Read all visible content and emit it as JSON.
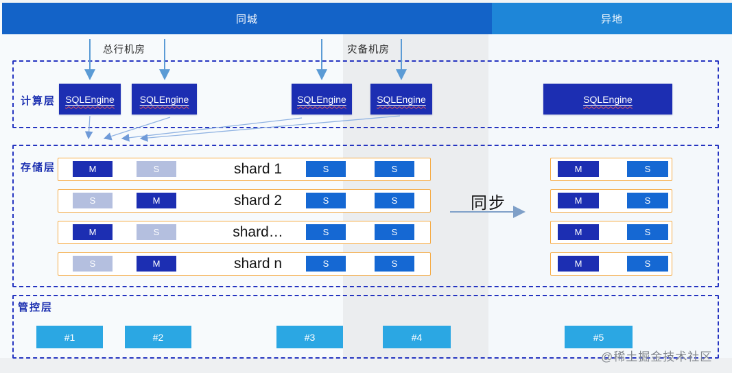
{
  "title_bar": {
    "local": "同城",
    "remote": "异地"
  },
  "datacenters": {
    "primary": "总行机房",
    "disaster_recovery": "灾备机房"
  },
  "compute_layer": {
    "label": "计算层",
    "engines": [
      {
        "name": "SQLEngine"
      },
      {
        "name": "SQLEngine"
      },
      {
        "name": "SQLEngine"
      },
      {
        "name": "SQLEngine"
      },
      {
        "name": "SQLEngine"
      }
    ]
  },
  "storage_layer": {
    "label": "存储层",
    "sync_label": "同步",
    "local_shards": [
      {
        "name": "shard 1",
        "nodes": [
          "M",
          "S",
          "S",
          "S"
        ]
      },
      {
        "name": "shard 2",
        "nodes": [
          "S",
          "M",
          "S",
          "S"
        ]
      },
      {
        "name": "shard…",
        "nodes": [
          "M",
          "S",
          "S",
          "S"
        ]
      },
      {
        "name": "shard n",
        "nodes": [
          "S",
          "M",
          "S",
          "S"
        ]
      }
    ],
    "remote_shards": [
      {
        "nodes": [
          "M",
          "S"
        ]
      },
      {
        "nodes": [
          "M",
          "S"
        ]
      },
      {
        "nodes": [
          "M",
          "S"
        ]
      },
      {
        "nodes": [
          "M",
          "S"
        ]
      }
    ]
  },
  "management_layer": {
    "label": "管控层",
    "nodes": [
      "#1",
      "#2",
      "#3",
      "#4",
      "#5"
    ]
  },
  "watermark": "@稀土掘金技术社区",
  "colors": {
    "header_local": "#1363c8",
    "header_remote": "#1e86d8",
    "navy_node": "#1c2eb2",
    "light_standby": "#b4bfdf",
    "medium_replica": "#1568d3",
    "sky_mgmt": "#2ba7e3",
    "orange_border": "#f5ab45",
    "dashed_border": "#2433c0",
    "arrow": "#5b9bd5"
  }
}
